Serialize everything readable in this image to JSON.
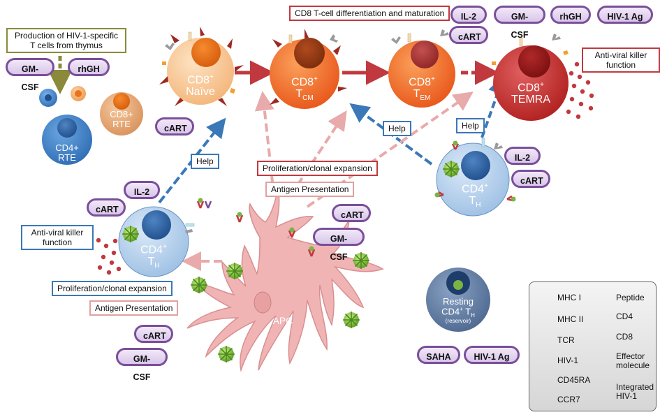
{
  "boxes": {
    "thymus": "Production of HIV-1-specific T cells from thymus",
    "cd8_diff": "CD8 T-cell differentiation and maturation",
    "killer_right": "Anti-viral killer function",
    "killer_left": "Anti-viral killer function",
    "help_left": "Help",
    "help_mid": "Help",
    "help_right": "Help",
    "prolif_red": "Proliferation/clonal expansion",
    "antigen_pink_mid": "Antigen Presentation",
    "prolif_blue": "Proliferation/clonal expansion",
    "antigen_pink_left": "Antigen Presentation"
  },
  "pills": {
    "gmcsf_tl": "GM-CSF",
    "rhgh_tl": "rhGH",
    "il2_top": "IL-2",
    "gmcsf_top": "GM-CSF",
    "rhgh_top": "rhGH",
    "hiv_ag_top": "HIV-1 Ag",
    "cart_tem": "cART",
    "cart_naive": "cART",
    "il2_left": "IL-2",
    "cart_left": "cART",
    "cart_mid": "cART",
    "gmcsf_mid": "GM-CSF",
    "il2_right": "IL-2",
    "cart_right": "cART",
    "cart_bl": "cART",
    "gmcsf_bl": "GM-CSF",
    "saha": "SAHA",
    "hiv_ag_bottom": "HIV-1 Ag"
  },
  "cells": {
    "cd8_rte_line1": "CD8+",
    "cd8_rte_line2": "RTE",
    "cd4_rte_line1": "CD4+",
    "cd4_rte_line2": "RTE",
    "naive_main": "CD8",
    "naive_sup": "+",
    "naive_sub": "Naïve",
    "tcm_main": "CD8",
    "tcm_sup": "+",
    "tcm_sub_t": "T",
    "tcm_sub": "CM",
    "tem_main": "CD8",
    "tem_sup": "+",
    "tem_sub_t": "T",
    "tem_sub": "EM",
    "temra_main": "CD8",
    "temra_sup": "+",
    "temra_sub": "TEMRA",
    "th_left_main": "CD4",
    "th_left_sup": "+",
    "th_left_sub_t": "T",
    "th_left_sub": "H",
    "th_right_main": "CD4",
    "th_right_sup": "+",
    "th_right_sub_t": "T",
    "th_right_sub": "H",
    "apc": "APC",
    "resting_line1": "Resting",
    "resting_main": "CD4",
    "resting_sup": "+",
    "resting_t": " T",
    "resting_sub": "H",
    "resting_note": "(reservoir)"
  },
  "legend": {
    "items": [
      "MHC I",
      "MHC II",
      "TCR",
      "HIV-1",
      "CD45RA",
      "CCR7",
      "Peptide",
      "CD4",
      "CD8",
      "Effector molecule",
      "Integrated HIV-1"
    ]
  },
  "colors": {
    "red_arrow": "#c0393f",
    "blue_arrow": "#3a78b8",
    "pink_arrow": "#e8aaaa",
    "apc_fill": "#f0b4b4",
    "pill_border": "#7a4f9a"
  }
}
